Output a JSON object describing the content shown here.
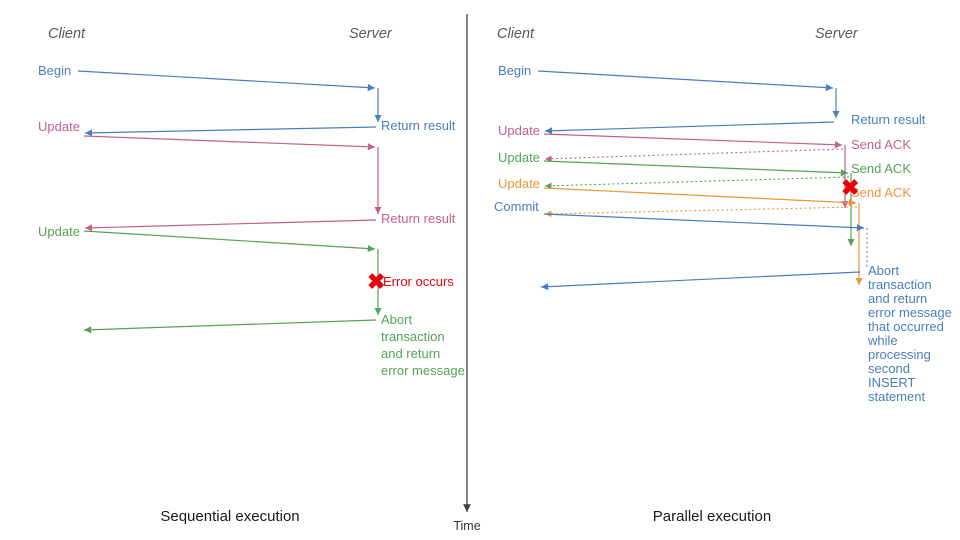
{
  "figure": {
    "title_left": "Sequential execution",
    "title_right": "Parallel execution",
    "time_axis_label": "Time"
  },
  "colors": {
    "blue": "#4a7ebb",
    "blue_text": "#4a7ebb",
    "pink": "#c1618f",
    "green": "#55a254",
    "orange": "#e8983a",
    "red": "#e8000d",
    "header_gray": "#595959",
    "axis": "#3f3f3f",
    "caption": "#1a1a1a"
  },
  "left_panel": {
    "name": "sequential-execution-diagram",
    "lanes": {
      "client": "Client",
      "server": "Server"
    },
    "caption": "Sequential execution",
    "messages": [
      {
        "id": "begin",
        "label": "Begin",
        "color": "blue",
        "style": "solid"
      },
      {
        "id": "return-result-1",
        "label": "Return result",
        "color": "blue",
        "style": "solid"
      },
      {
        "id": "update-1",
        "label": "Update",
        "color": "pink",
        "style": "solid"
      },
      {
        "id": "return-result-2",
        "label": "Return result",
        "color": "pink",
        "style": "solid"
      },
      {
        "id": "update-2",
        "label": "Update",
        "color": "green",
        "style": "solid"
      },
      {
        "id": "error-occurs",
        "label": "Error occurs",
        "color": "red",
        "style": "marker"
      },
      {
        "id": "abort",
        "label": "Abort transaction and return error message",
        "color": "green",
        "style": "solid"
      }
    ],
    "abort_lines": [
      "Abort",
      "transaction",
      "and return",
      "error message"
    ]
  },
  "right_panel": {
    "name": "parallel-execution-diagram",
    "lanes": {
      "client": "Client",
      "server": "Server"
    },
    "caption": "Parallel execution",
    "messages": [
      {
        "id": "begin",
        "label": "Begin",
        "color": "blue",
        "style": "solid"
      },
      {
        "id": "return-result",
        "label": "Return result",
        "color": "blue",
        "style": "solid"
      },
      {
        "id": "update-1",
        "label": "Update",
        "color": "pink",
        "style": "solid"
      },
      {
        "id": "send-ack-1",
        "label": "Send ACK",
        "color": "pink",
        "style": "dotted"
      },
      {
        "id": "update-2",
        "label": "Update",
        "color": "green",
        "style": "solid"
      },
      {
        "id": "send-ack-2",
        "label": "Send ACK",
        "color": "green",
        "style": "dotted"
      },
      {
        "id": "update-3",
        "label": "Update",
        "color": "orange",
        "style": "solid"
      },
      {
        "id": "send-ack-3",
        "label": "Send ACK",
        "color": "orange",
        "style": "dotted"
      },
      {
        "id": "commit",
        "label": "Commit",
        "color": "blue",
        "style": "solid"
      },
      {
        "id": "error-occurs",
        "label": "",
        "color": "red",
        "style": "marker"
      },
      {
        "id": "abort",
        "label": "Abort transaction and return error message that occurred while processing second INSERT statement",
        "color": "blue",
        "style": "solid"
      }
    ],
    "abort_lines": [
      "Abort",
      "transaction",
      "and return",
      "error message",
      "that occurred",
      "while",
      "processing",
      "second",
      "INSERT",
      "statement"
    ]
  }
}
